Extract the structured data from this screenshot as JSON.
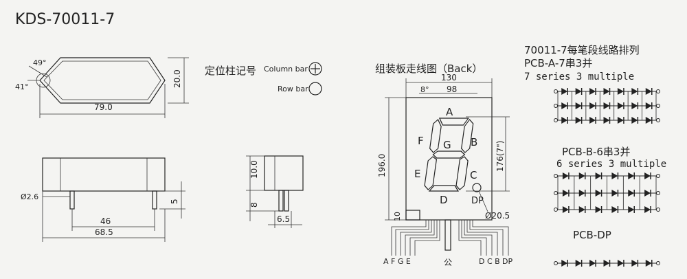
{
  "title": "KDS-70011-7",
  "front": {
    "angle_top": "49°",
    "angle_left": "41°",
    "dim_height": "20.0",
    "dim_width": "79.0"
  },
  "side": {
    "pin_dia": "Ø2.6",
    "dim_pin_len": "5",
    "dim_pitch": "46",
    "dim_base": "68.5"
  },
  "small": {
    "dim_body": "10.0",
    "dim_pin": "8",
    "dim_width": "6.5"
  },
  "legend": {
    "label": "定位柱记号",
    "column_bar": "Column bar",
    "row_bar": "Row bar"
  },
  "back": {
    "title": "组装板走线图（Back）",
    "dim_top": "130",
    "dim_left_tick": "8°",
    "dim_inner": "98",
    "dim_total_height": "196.0",
    "dim_digit_height": "176(7\")",
    "dim_dp": "Ø20.5",
    "dim_pad": "10",
    "segments": {
      "a": "A",
      "b": "B",
      "c": "C",
      "d": "D",
      "e": "E",
      "f": "F",
      "g": "G",
      "dp": "DP"
    },
    "pin_labels_left": "A F G E",
    "pin_common": "公",
    "pin_labels_right": "D C B",
    "pin_dp": "DP"
  },
  "pcb": {
    "heading": "70011-7每笔段线路排列",
    "a_label": "PCB-A-7串3并",
    "a_desc": "7 series 3 multiple",
    "b_label": "PCB-B-6串3并",
    "b_desc": "6 series 3 multiple",
    "dp_label": "PCB-DP"
  }
}
